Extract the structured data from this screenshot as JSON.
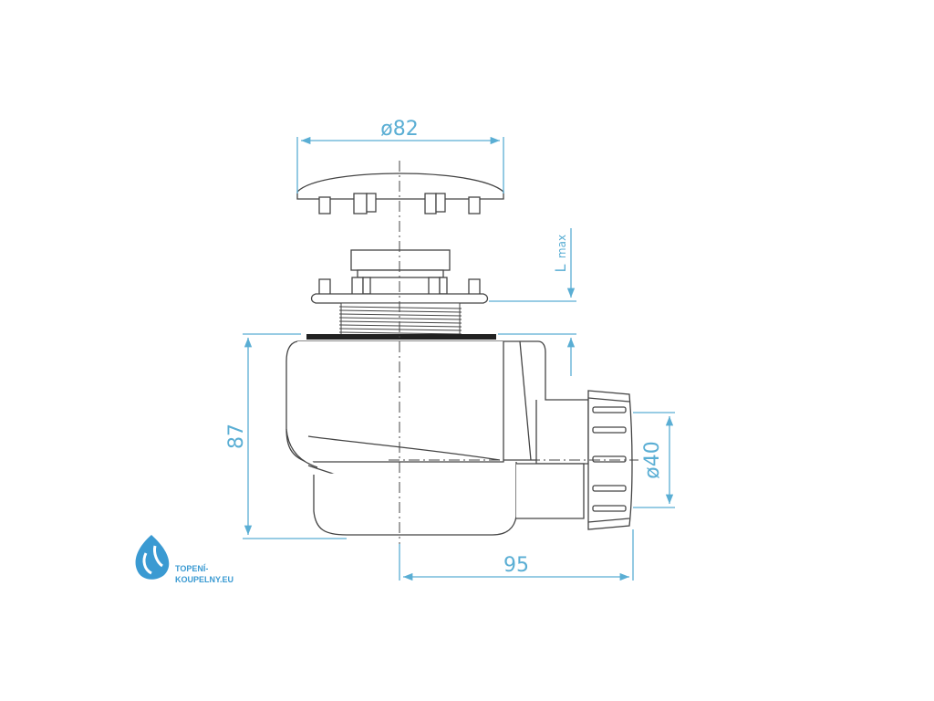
{
  "dimensions": {
    "cap_diameter": "ø82",
    "height": "87",
    "length": "95",
    "outlet_diameter": "ø40",
    "l_max_main": "L",
    "l_max_sub": "max"
  },
  "logo": {
    "line1": "TOPENÍ-",
    "line2": "KOUPELNY.EU"
  },
  "colors": {
    "dimension": "#5aaed4",
    "outline": "#444444",
    "fill": "#ffffff",
    "logo": "#3a9ad2"
  }
}
